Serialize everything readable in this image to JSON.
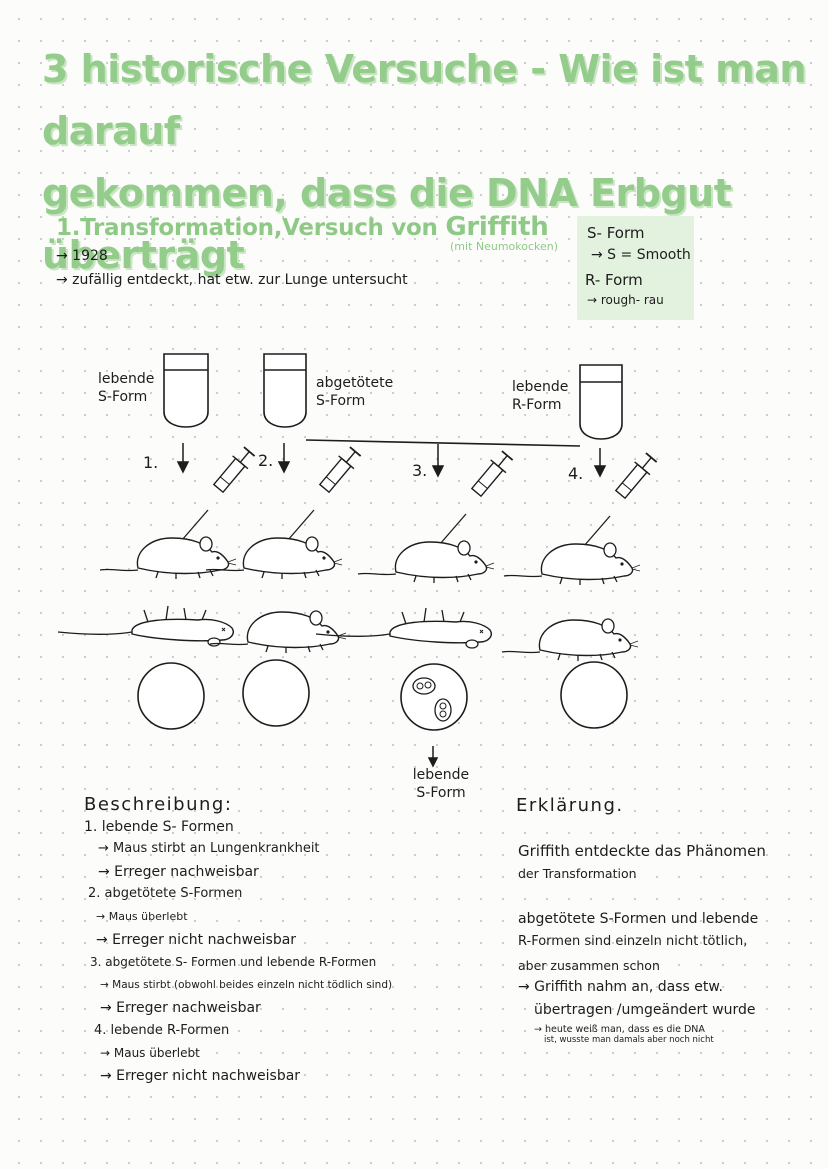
{
  "title": {
    "line1": "3 historische Versuche - Wie ist man darauf",
    "line2": "gekommen, dass die DNA Erbgut überträgt"
  },
  "section": {
    "heading": "1.Transformation,Versuch von",
    "name": "Griffith",
    "note": "(mit Neumokocken)",
    "bullets": [
      "→ 1928",
      "→ zufällig entdeckt, hat etw. zur Lunge untersucht"
    ]
  },
  "sidebox": {
    "s_form": "S- Form",
    "s_meaning": "→ S = Smooth",
    "r_form": "R- Form",
    "r_meaning": "→ rough- rau"
  },
  "diagram": {
    "tube1_label": [
      "lebende",
      "S-Form"
    ],
    "tube2_label": [
      "abgetötete",
      "S-Form"
    ],
    "tube3_label": [
      "lebende",
      "R-Form"
    ],
    "step_numbers": [
      "1.",
      "2.",
      "3.",
      "4."
    ],
    "result_label": [
      "lebende",
      "S-Form"
    ]
  },
  "beschreibung": {
    "heading": "Beschreibung:",
    "lines": [
      "1. lebende S- Formen",
      "→ Maus stirbt an Lungenkrankheit",
      "→ Erreger nachweisbar",
      "2. abgetötete S-Formen",
      "→ Maus überlebt",
      "→ Erreger nicht nachweisbar",
      "3. abgetötete S- Formen und lebende R-Formen",
      "→ Maus stirbt (obwohl beides einzeln nicht tödlich sind)",
      "→ Erreger nachweisbar",
      "4. lebende R-Formen",
      "→ Maus überlebt",
      "→ Erreger nicht nachweisbar"
    ]
  },
  "erklaerung": {
    "heading": "Erklärung.",
    "p1": [
      "Griffith entdeckte das Phänomen",
      "der Transformation"
    ],
    "p2": [
      "abgetötete S-Formen und lebende",
      "R-Formen sind einzeln nicht tötlich,",
      "aber zusammen schon"
    ],
    "p3": [
      "→ Griffith nahm an, dass etw.",
      "übertragen /umgeändert wurde"
    ],
    "p4": [
      "→ heute weiß man, dass es die DNA",
      "ist, wusste man damals aber noch nicht"
    ]
  },
  "colors": {
    "accent_green": "#93cc8b",
    "box_green": "#e3f1df",
    "ink": "#1d1d1d"
  }
}
